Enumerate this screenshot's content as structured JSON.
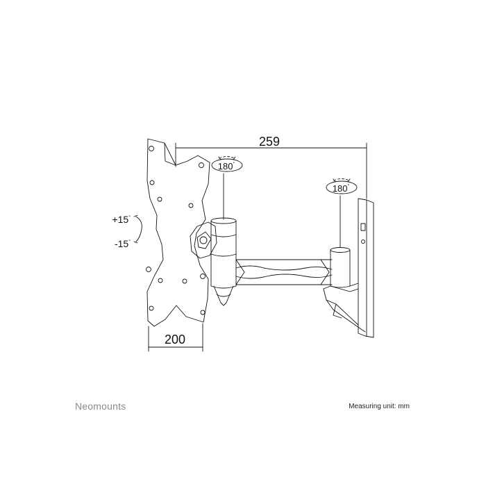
{
  "brand": "Neomounts",
  "measuring_unit": "Measuring unit: mm",
  "dimensions": {
    "overall_depth": "259",
    "vesa_width": "200",
    "rotation_arm": "180",
    "rotation_wall": "180",
    "tilt_up": "+15",
    "tilt_down": "-15",
    "degree_symbol": "°"
  },
  "colors": {
    "line": "#111111",
    "brand_text": "#8a8a8a"
  }
}
